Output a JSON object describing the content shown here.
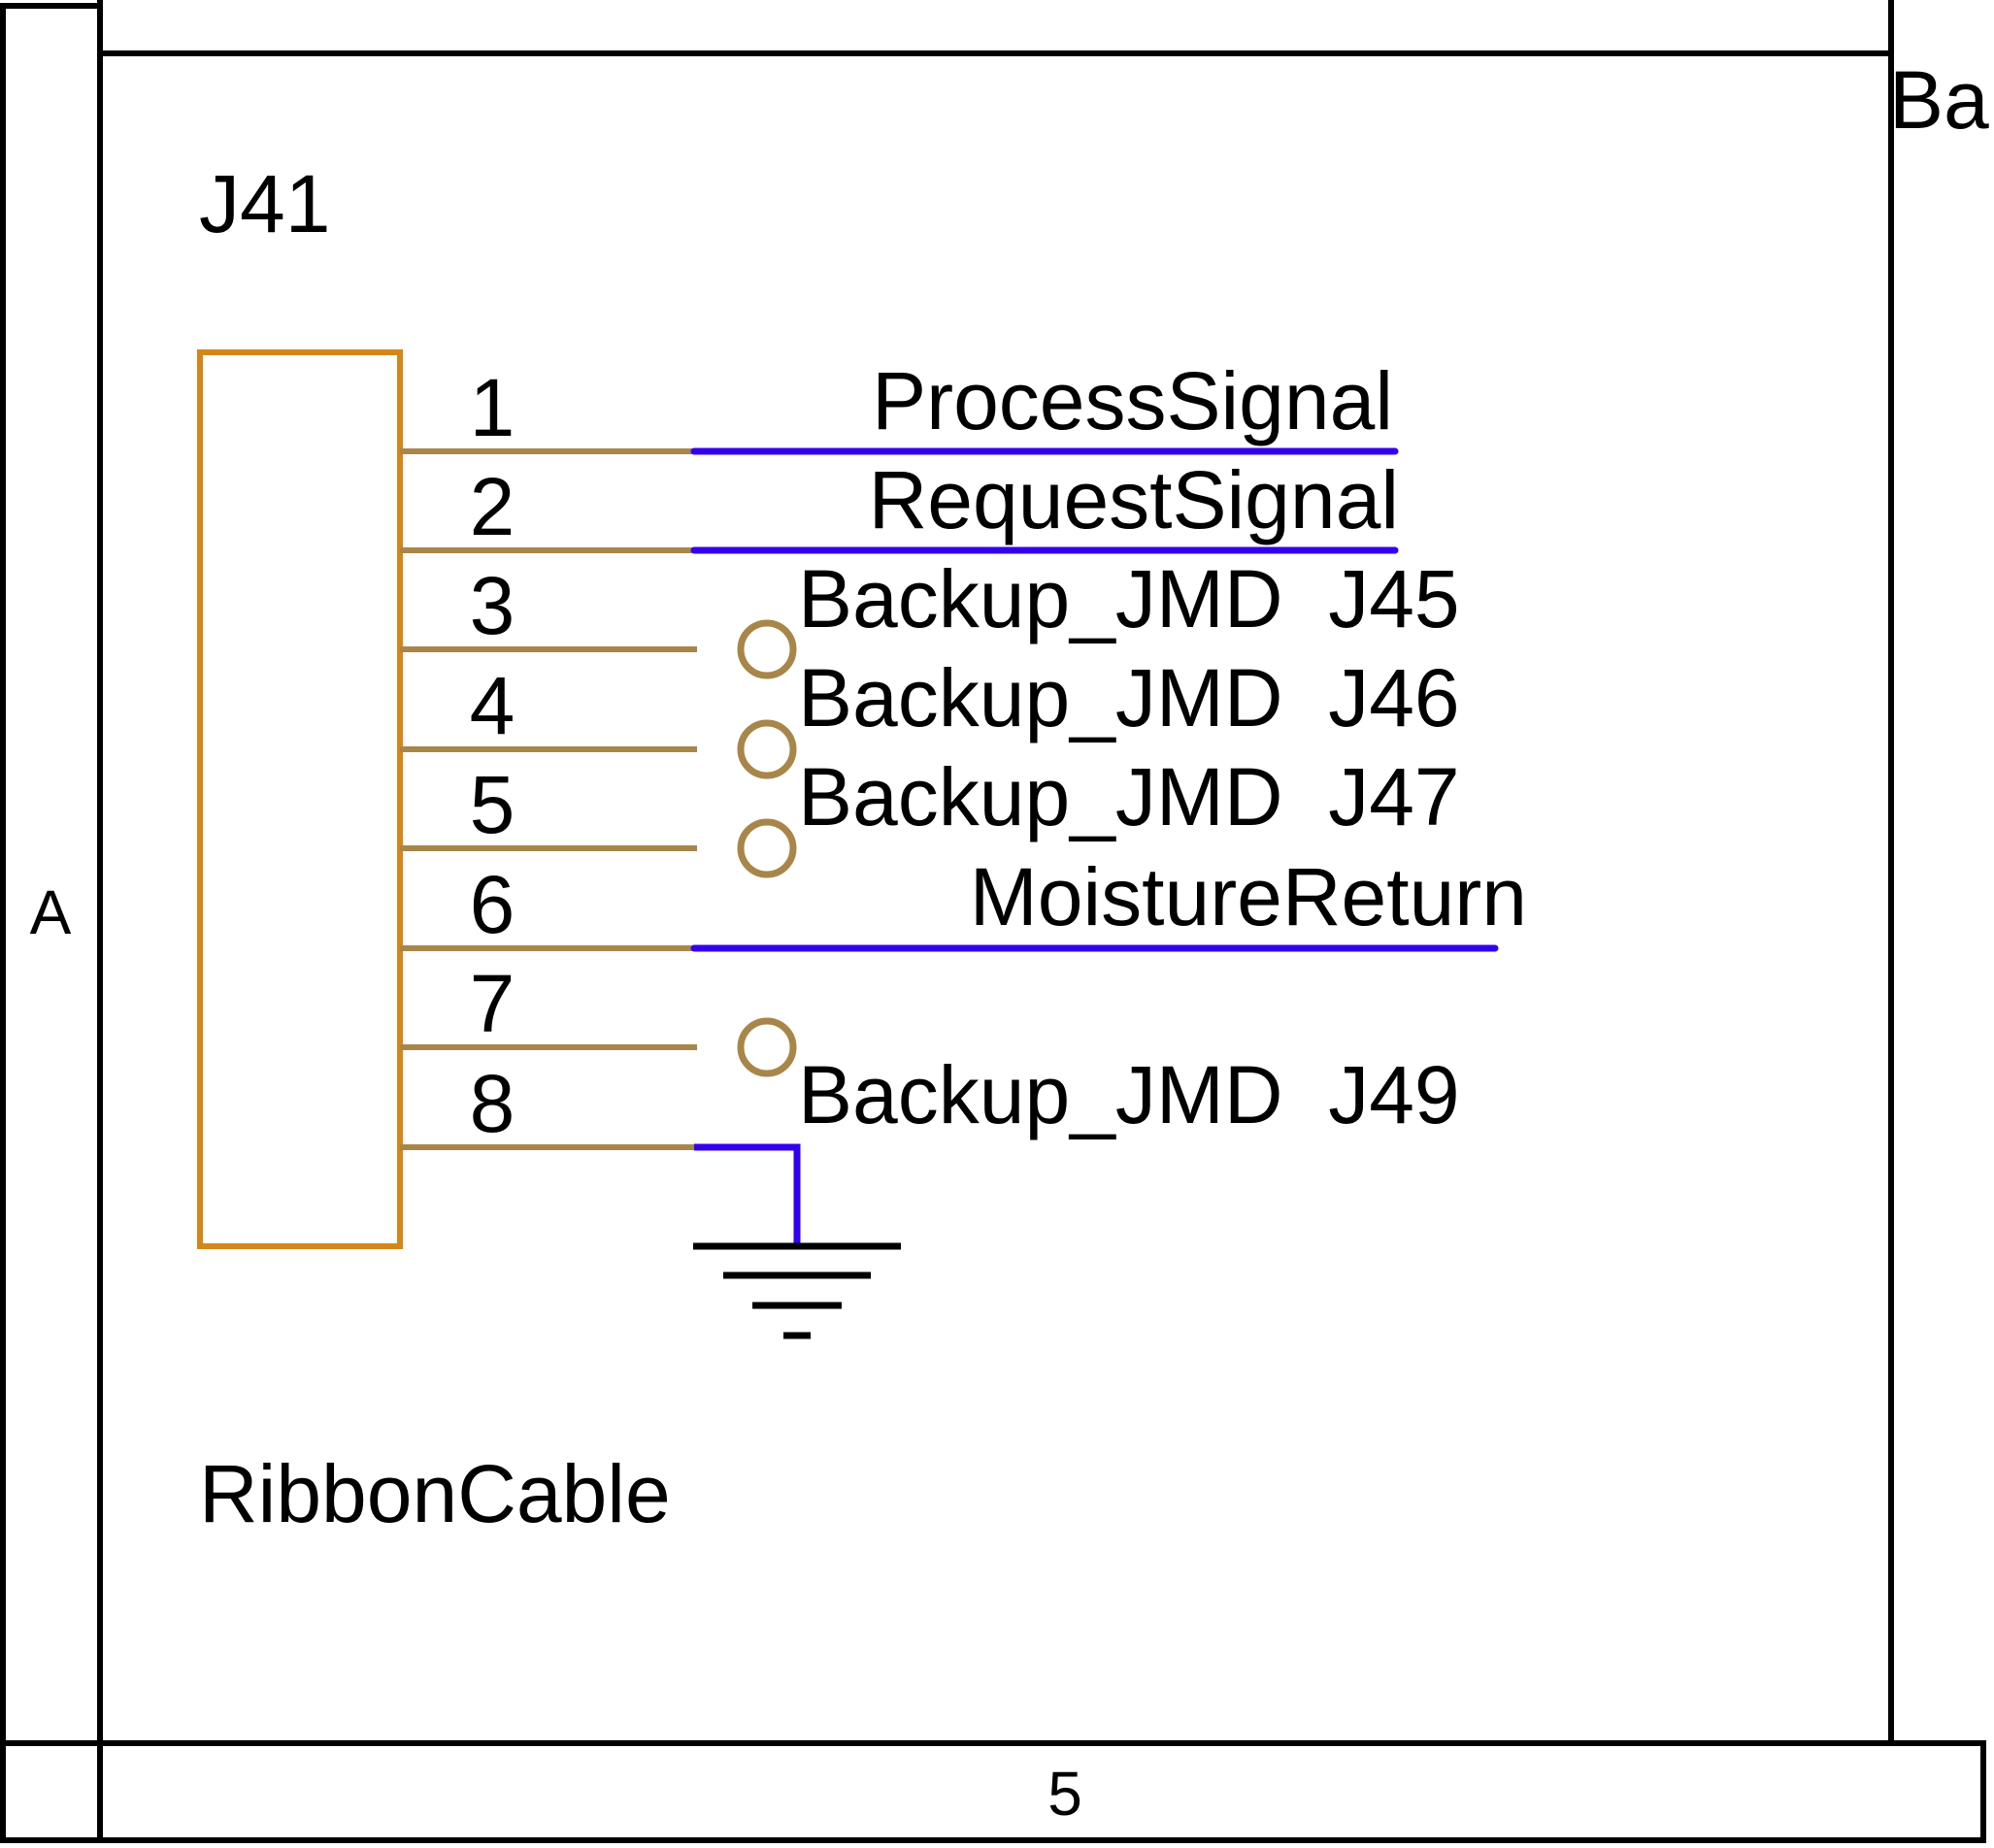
{
  "frame": {
    "row_marker": "A",
    "column_marker": "5",
    "title_fragment": "Ba"
  },
  "component": {
    "designator": "J41",
    "value": "RibbonCable",
    "pins": [
      {
        "number": "1",
        "connection": "net",
        "net_label": "ProcessSignal"
      },
      {
        "number": "2",
        "connection": "net",
        "net_label": "RequestSignal"
      },
      {
        "number": "3",
        "connection": "no-connect",
        "net_label": "Backup_JMD  J45"
      },
      {
        "number": "4",
        "connection": "no-connect",
        "net_label": "Backup_JMD  J46"
      },
      {
        "number": "5",
        "connection": "no-connect",
        "net_label": "Backup_JMD  J47"
      },
      {
        "number": "6",
        "connection": "net",
        "net_label": "MoistureReturn"
      },
      {
        "number": "7",
        "connection": "no-connect",
        "net_label": ""
      },
      {
        "number": "8",
        "connection": "ground",
        "net_label": "Backup_JMD  J49"
      }
    ]
  },
  "colors": {
    "frame": "#000000",
    "component_body": "#d4861a",
    "pin": "#a8864a",
    "wire": "#3300ee",
    "ground": "#000000"
  }
}
